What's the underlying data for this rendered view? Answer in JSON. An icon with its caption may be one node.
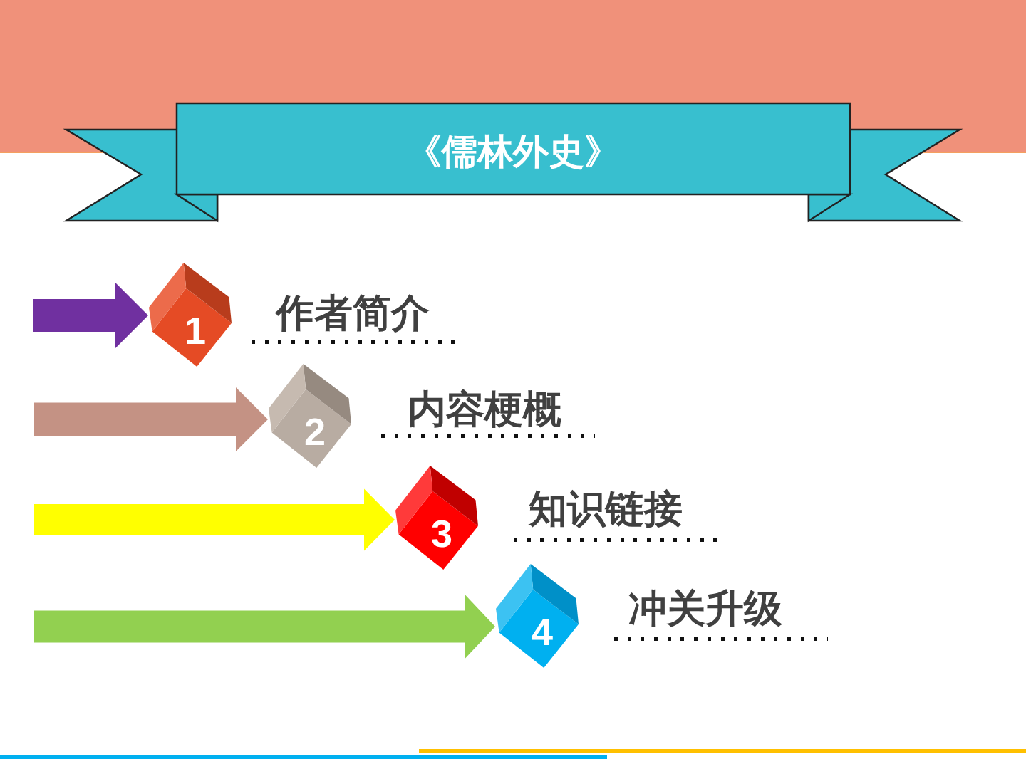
{
  "diagram": {
    "title": "《儒林外史》",
    "nodes": [
      {
        "text": [
          "1"
        ],
        "beside": [
          "作者简介"
        ]
      },
      {
        "text": [
          "2"
        ],
        "beside": [
          "内容梗概"
        ]
      },
      {
        "text": [
          "3"
        ],
        "beside": [
          "知识链接"
        ]
      },
      {
        "text": [
          "4"
        ],
        "beside": [
          "冲关升级"
        ]
      }
    ],
    "edges": [
      {
        "from": null,
        "to": 0,
        "arrow": "to",
        "color": "#7030a0"
      },
      {
        "from": null,
        "to": 1,
        "arrow": "to",
        "color": "#c49284"
      },
      {
        "from": null,
        "to": 2,
        "arrow": "to",
        "color": "#ffff00"
      },
      {
        "from": null,
        "to": 3,
        "arrow": "to",
        "color": "#92d050"
      }
    ]
  }
}
